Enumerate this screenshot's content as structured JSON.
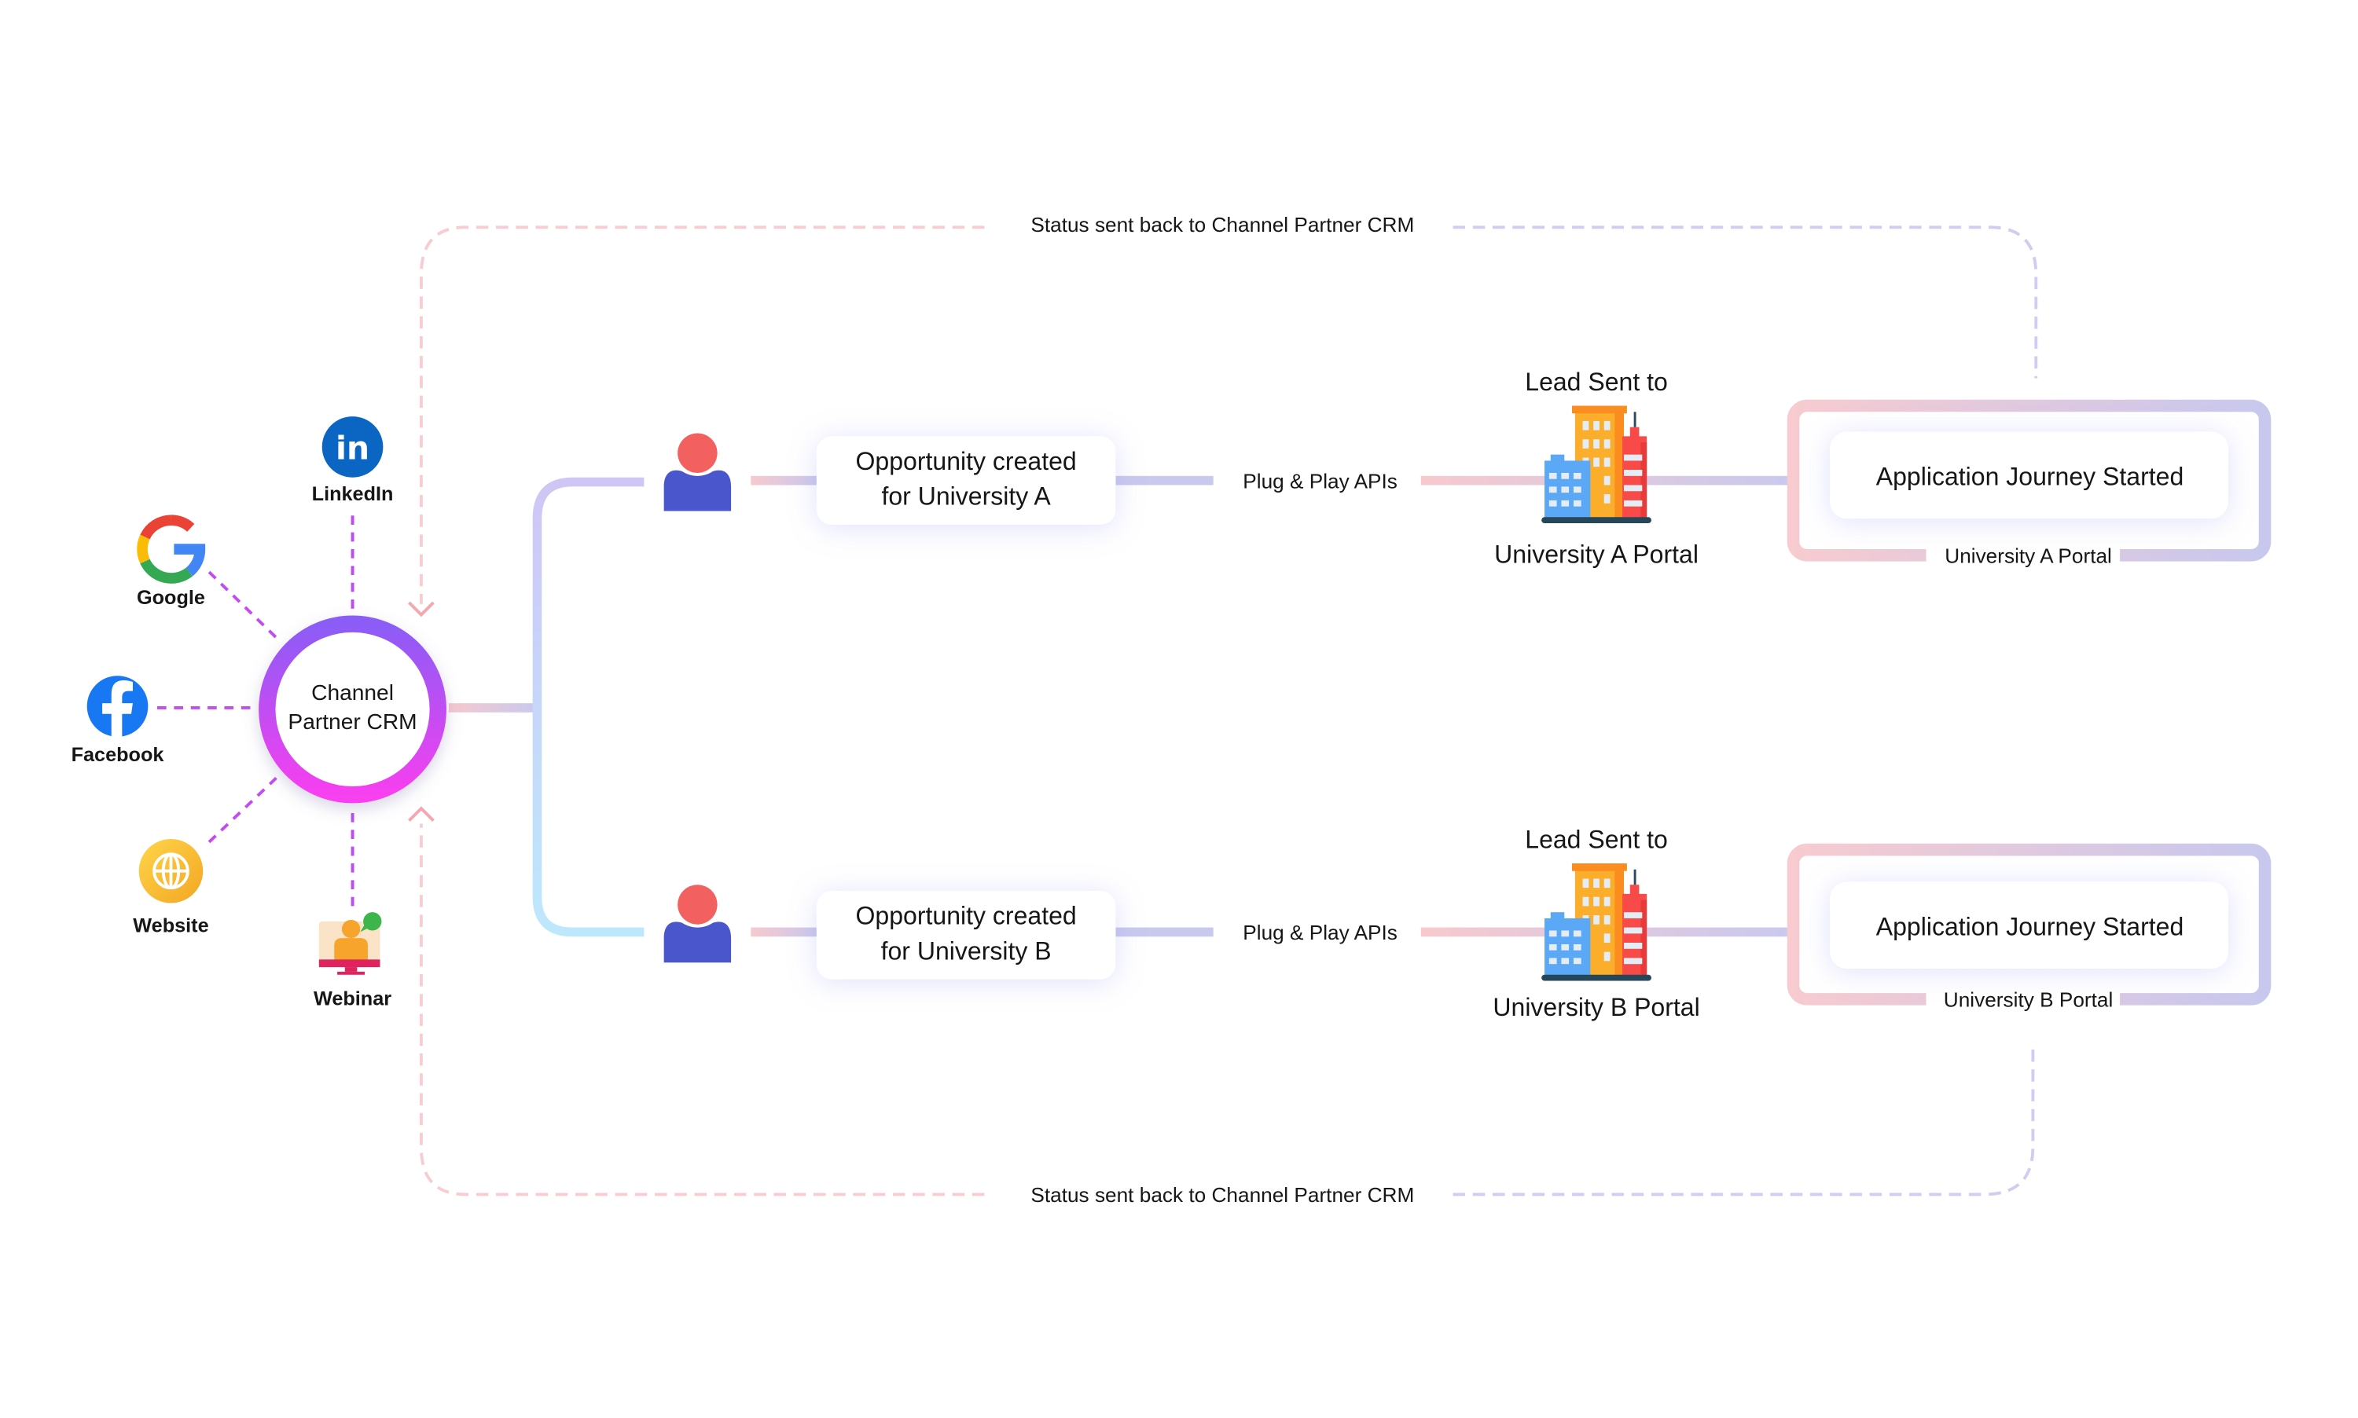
{
  "status_labels": {
    "top": "Status sent back to Channel Partner CRM",
    "bottom": "Status sent back to Channel Partner CRM"
  },
  "crm": {
    "line1": "Channel",
    "line2": "Partner CRM"
  },
  "sources": [
    {
      "id": "linkedin",
      "label": "LinkedIn",
      "icon": "linkedin-icon"
    },
    {
      "id": "google",
      "label": "Google",
      "icon": "google-icon"
    },
    {
      "id": "facebook",
      "label": "Facebook",
      "icon": "facebook-icon"
    },
    {
      "id": "website",
      "label": "Website",
      "icon": "globe-icon"
    },
    {
      "id": "webinar",
      "label": "Webinar",
      "icon": "webinar-icon"
    }
  ],
  "branches": [
    {
      "opportunity_line1": "Opportunity created",
      "opportunity_line2": "for University A",
      "api_label": "Plug & Play APIs",
      "lead_label": "Lead Sent to",
      "portal_label": "University A Portal",
      "journey_label": "Application Journey Started",
      "frame_caption": "University A Portal"
    },
    {
      "opportunity_line1": "Opportunity created",
      "opportunity_line2": "for University B",
      "api_label": "Plug & Play APIs",
      "lead_label": "Lead Sent to",
      "portal_label": "University B Portal",
      "journey_label": "Application Journey Started",
      "frame_caption": "University B Portal"
    }
  ],
  "colors": {
    "crm_ring_top": "#8b5cf6",
    "crm_ring_bottom": "#f23ff0",
    "connector_pink": "#f6c9cf",
    "connector_lavender": "#c9c8ee",
    "branch_top": "#cfc8f6",
    "branch_bottom": "#bfe6fb",
    "person_head": "#f26060",
    "person_body": "#4a56cc",
    "dashed_source": "#c34cf0",
    "dashed_status_pink": "#f7cdd1",
    "dashed_status_lavender": "#cfcdf0"
  }
}
